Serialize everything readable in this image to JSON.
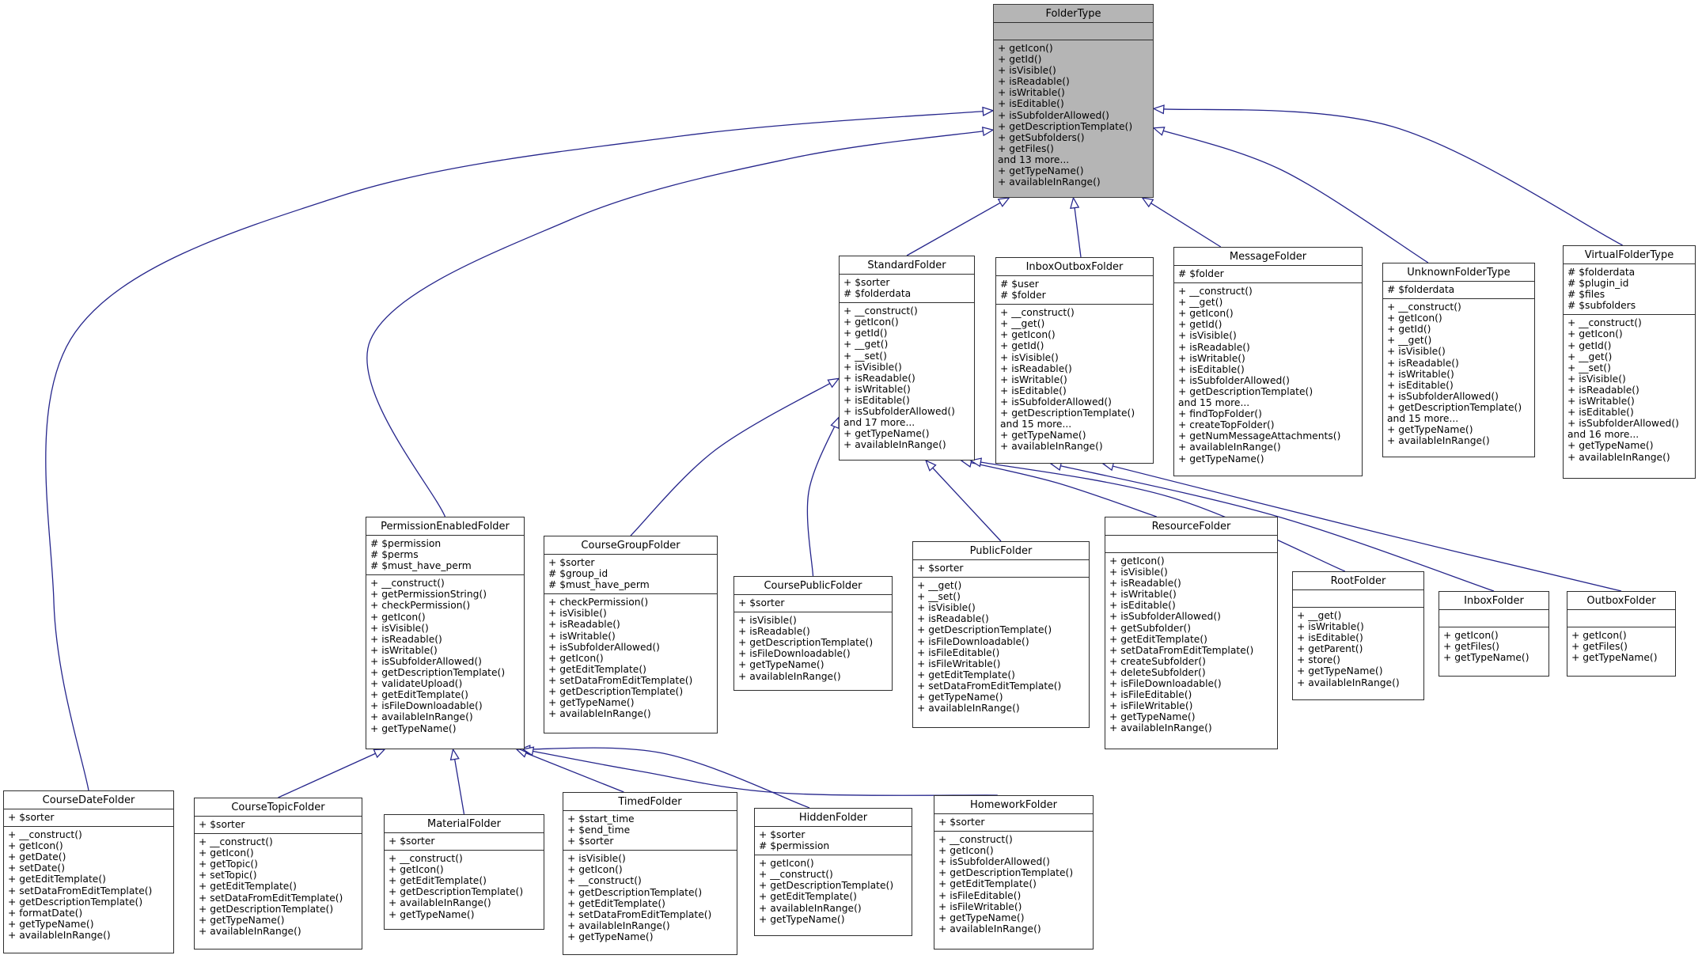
{
  "diagram": {
    "title": "FolderType inheritance diagram",
    "background_color": "#ffffff",
    "edge_color": "#26268c",
    "highlight_fill": "#b5b5b5",
    "node_fill": "#ffffff",
    "border_color": "#2e2e2e"
  },
  "classes": [
    {
      "name": "FolderType",
      "highlight": true,
      "attributes": [],
      "methods": [
        "+ getIcon()",
        "+ getId()",
        "+ isVisible()",
        "+ isReadable()",
        "+ isWritable()",
        "+ isEditable()",
        "+ isSubfolderAllowed()",
        "+ getDescriptionTemplate()",
        "+ getSubfolders()",
        "+ getFiles()",
        "and 13 more...",
        "+ getTypeName()",
        "+ availableInRange()"
      ]
    },
    {
      "name": "StandardFolder",
      "highlight": false,
      "attributes": [
        "+ $sorter",
        "# $folderdata"
      ],
      "methods": [
        "+ __construct()",
        "+ getIcon()",
        "+ getId()",
        "+ __get()",
        "+ __set()",
        "+ isVisible()",
        "+ isReadable()",
        "+ isWritable()",
        "+ isEditable()",
        "+ isSubfolderAllowed()",
        "and 17 more...",
        "+ getTypeName()",
        "+ availableInRange()"
      ]
    },
    {
      "name": "InboxOutboxFolder",
      "highlight": false,
      "attributes": [
        "# $user",
        "# $folder"
      ],
      "methods": [
        "+ __construct()",
        "+ __get()",
        "+ getIcon()",
        "+ getId()",
        "+ isVisible()",
        "+ isReadable()",
        "+ isWritable()",
        "+ isEditable()",
        "+ isSubfolderAllowed()",
        "+ getDescriptionTemplate()",
        "and 15 more...",
        "+ getTypeName()",
        "+ availableInRange()"
      ]
    },
    {
      "name": "MessageFolder",
      "highlight": false,
      "attributes": [
        "# $folder"
      ],
      "methods": [
        "+ __construct()",
        "+ __get()",
        "+ getIcon()",
        "+ getId()",
        "+ isVisible()",
        "+ isReadable()",
        "+ isWritable()",
        "+ isEditable()",
        "+ isSubfolderAllowed()",
        "+ getDescriptionTemplate()",
        "and 15 more...",
        "+ findTopFolder()",
        "+ createTopFolder()",
        "+ getNumMessageAttachments()",
        "+ availableInRange()",
        "+ getTypeName()"
      ]
    },
    {
      "name": "UnknownFolderType",
      "highlight": false,
      "attributes": [
        "# $folderdata"
      ],
      "methods": [
        "+ __construct()",
        "+ getIcon()",
        "+ getId()",
        "+ __get()",
        "+ isVisible()",
        "+ isReadable()",
        "+ isWritable()",
        "+ isEditable()",
        "+ isSubfolderAllowed()",
        "+ getDescriptionTemplate()",
        "and 15 more...",
        "+ getTypeName()",
        "+ availableInRange()"
      ]
    },
    {
      "name": "VirtualFolderType",
      "highlight": false,
      "attributes": [
        "# $folderdata",
        "# $plugin_id",
        "# $files",
        "# $subfolders"
      ],
      "methods": [
        "+ __construct()",
        "+ getIcon()",
        "+ getId()",
        "+ __get()",
        "+ __set()",
        "+ isVisible()",
        "+ isReadable()",
        "+ isWritable()",
        "+ isEditable()",
        "+ isSubfolderAllowed()",
        "and 16 more...",
        "+ getTypeName()",
        "+ availableInRange()"
      ]
    },
    {
      "name": "PermissionEnabledFolder",
      "highlight": false,
      "attributes": [
        "# $permission",
        "# $perms",
        "# $must_have_perm"
      ],
      "methods": [
        "+ __construct()",
        "+ getPermissionString()",
        "+ checkPermission()",
        "+ getIcon()",
        "+ isVisible()",
        "+ isReadable()",
        "+ isWritable()",
        "+ isSubfolderAllowed()",
        "+ getDescriptionTemplate()",
        "+ validateUpload()",
        "+ getEditTemplate()",
        "+ isFileDownloadable()",
        "+ availableInRange()",
        "+ getTypeName()"
      ]
    },
    {
      "name": "CourseGroupFolder",
      "highlight": false,
      "attributes": [
        "+ $sorter",
        "# $group_id",
        "# $must_have_perm"
      ],
      "methods": [
        "+ checkPermission()",
        "+ isVisible()",
        "+ isReadable()",
        "+ isWritable()",
        "+ isSubfolderAllowed()",
        "+ getIcon()",
        "+ getEditTemplate()",
        "+ setDataFromEditTemplate()",
        "+ getDescriptionTemplate()",
        "+ getTypeName()",
        "+ availableInRange()"
      ]
    },
    {
      "name": "CoursePublicFolder",
      "highlight": false,
      "attributes": [
        "+ $sorter"
      ],
      "methods": [
        "+ isVisible()",
        "+ isReadable()",
        "+ getDescriptionTemplate()",
        "+ isFileDownloadable()",
        "+ getTypeName()",
        "+ availableInRange()"
      ]
    },
    {
      "name": "PublicFolder",
      "highlight": false,
      "attributes": [
        "+ $sorter"
      ],
      "methods": [
        "+ __get()",
        "+ __set()",
        "+ isVisible()",
        "+ isReadable()",
        "+ getDescriptionTemplate()",
        "+ isFileDownloadable()",
        "+ isFileEditable()",
        "+ isFileWritable()",
        "+ getEditTemplate()",
        "+ setDataFromEditTemplate()",
        "+ getTypeName()",
        "+ availableInRange()"
      ]
    },
    {
      "name": "ResourceFolder",
      "highlight": false,
      "attributes": [],
      "methods": [
        "+ getIcon()",
        "+ isVisible()",
        "+ isReadable()",
        "+ isWritable()",
        "+ isEditable()",
        "+ isSubfolderAllowed()",
        "+ getSubfolder()",
        "+ getEditTemplate()",
        "+ setDataFromEditTemplate()",
        "+ createSubfolder()",
        "+ deleteSubfolder()",
        "+ isFileDownloadable()",
        "+ isFileEditable()",
        "+ isFileWritable()",
        "+ getTypeName()",
        "+ availableInRange()"
      ]
    },
    {
      "name": "RootFolder",
      "highlight": false,
      "attributes": [],
      "methods": [
        "+ __get()",
        "+ isWritable()",
        "+ isEditable()",
        "+ getParent()",
        "+ store()",
        "+ getTypeName()",
        "+ availableInRange()"
      ]
    },
    {
      "name": "InboxFolder",
      "highlight": false,
      "attributes": [],
      "methods": [
        "+ getIcon()",
        "+ getFiles()",
        "+ getTypeName()"
      ]
    },
    {
      "name": "OutboxFolder",
      "highlight": false,
      "attributes": [],
      "methods": [
        "+ getIcon()",
        "+ getFiles()",
        "+ getTypeName()"
      ]
    },
    {
      "name": "CourseDateFolder",
      "highlight": false,
      "attributes": [
        "+ $sorter"
      ],
      "methods": [
        "+ __construct()",
        "+ getIcon()",
        "+ getDate()",
        "+ setDate()",
        "+ getEditTemplate()",
        "+ setDataFromEditTemplate()",
        "+ getDescriptionTemplate()",
        "+ formatDate()",
        "+ getTypeName()",
        "+ availableInRange()"
      ]
    },
    {
      "name": "CourseTopicFolder",
      "highlight": false,
      "attributes": [
        "+ $sorter"
      ],
      "methods": [
        "+ __construct()",
        "+ getIcon()",
        "+ getTopic()",
        "+ setTopic()",
        "+ getEditTemplate()",
        "+ setDataFromEditTemplate()",
        "+ getDescriptionTemplate()",
        "+ getTypeName()",
        "+ availableInRange()"
      ]
    },
    {
      "name": "MaterialFolder",
      "highlight": false,
      "attributes": [
        "+ $sorter"
      ],
      "methods": [
        "+ __construct()",
        "+ getIcon()",
        "+ getEditTemplate()",
        "+ getDescriptionTemplate()",
        "+ availableInRange()",
        "+ getTypeName()"
      ]
    },
    {
      "name": "TimedFolder",
      "highlight": false,
      "attributes": [
        "+ $start_time",
        "+ $end_time",
        "+ $sorter"
      ],
      "methods": [
        "+ isVisible()",
        "+ getIcon()",
        "+ __construct()",
        "+ getDescriptionTemplate()",
        "+ getEditTemplate()",
        "+ setDataFromEditTemplate()",
        "+ availableInRange()",
        "+ getTypeName()"
      ]
    },
    {
      "name": "HiddenFolder",
      "highlight": false,
      "attributes": [
        "+ $sorter",
        "# $permission"
      ],
      "methods": [
        "+ getIcon()",
        "+ __construct()",
        "+ getDescriptionTemplate()",
        "+ getEditTemplate()",
        "+ availableInRange()",
        "+ getTypeName()"
      ]
    },
    {
      "name": "HomeworkFolder",
      "highlight": false,
      "attributes": [
        "+ $sorter"
      ],
      "methods": [
        "+ __construct()",
        "+ getIcon()",
        "+ isSubfolderAllowed()",
        "+ getDescriptionTemplate()",
        "+ getEditTemplate()",
        "+ isFileEditable()",
        "+ isFileWritable()",
        "+ getTypeName()",
        "+ availableInRange()"
      ]
    }
  ],
  "edges": [
    {
      "from": "StandardFolder",
      "to": "FolderType"
    },
    {
      "from": "InboxOutboxFolder",
      "to": "FolderType"
    },
    {
      "from": "MessageFolder",
      "to": "FolderType"
    },
    {
      "from": "UnknownFolderType",
      "to": "FolderType"
    },
    {
      "from": "VirtualFolderType",
      "to": "FolderType"
    },
    {
      "from": "PermissionEnabledFolder",
      "to": "FolderType"
    },
    {
      "from": "CourseDateFolder",
      "to": "FolderType"
    },
    {
      "from": "CourseGroupFolder",
      "to": "StandardFolder"
    },
    {
      "from": "CoursePublicFolder",
      "to": "StandardFolder"
    },
    {
      "from": "PublicFolder",
      "to": "StandardFolder"
    },
    {
      "from": "ResourceFolder",
      "to": "StandardFolder"
    },
    {
      "from": "RootFolder",
      "to": "StandardFolder"
    },
    {
      "from": "InboxFolder",
      "to": "InboxOutboxFolder"
    },
    {
      "from": "OutboxFolder",
      "to": "InboxOutboxFolder"
    },
    {
      "from": "CourseTopicFolder",
      "to": "PermissionEnabledFolder"
    },
    {
      "from": "MaterialFolder",
      "to": "PermissionEnabledFolder"
    },
    {
      "from": "TimedFolder",
      "to": "PermissionEnabledFolder"
    },
    {
      "from": "HiddenFolder",
      "to": "PermissionEnabledFolder"
    },
    {
      "from": "HomeworkFolder",
      "to": "PermissionEnabledFolder"
    }
  ]
}
